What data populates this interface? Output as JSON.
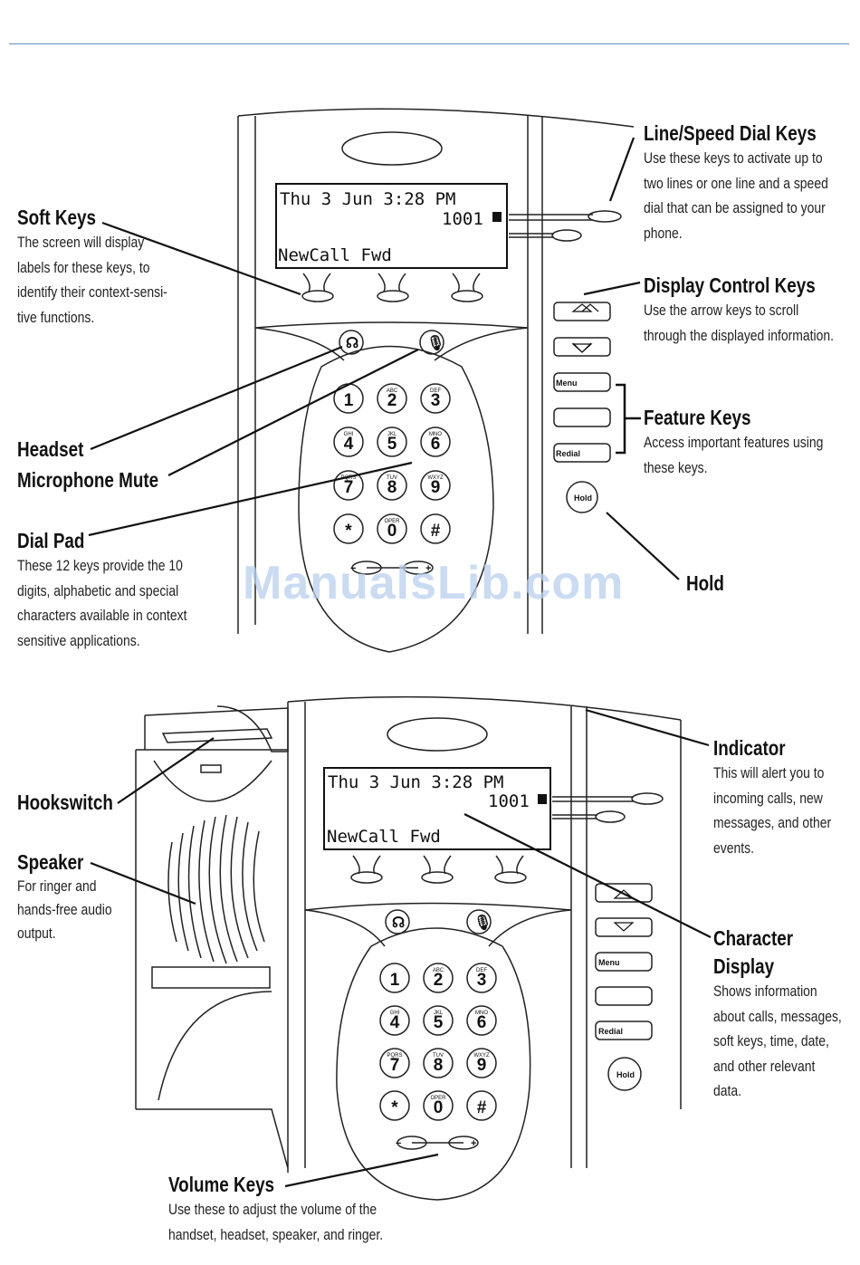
{
  "display": {
    "line1": "Thu 3 Jun 3:28 PM",
    "line2": "1001",
    "softkeys": "NewCall Fwd"
  },
  "keypad": [
    {
      "digit": "1",
      "letters": ""
    },
    {
      "digit": "2",
      "letters": "ABC"
    },
    {
      "digit": "3",
      "letters": "DEF"
    },
    {
      "digit": "4",
      "letters": "GHI"
    },
    {
      "digit": "5",
      "letters": "JKL"
    },
    {
      "digit": "6",
      "letters": "MNO"
    },
    {
      "digit": "7",
      "letters": "PQRS"
    },
    {
      "digit": "8",
      "letters": "TUV"
    },
    {
      "digit": "9",
      "letters": "WXYZ"
    },
    {
      "digit": "*",
      "letters": ""
    },
    {
      "digit": "0",
      "letters": "OPER"
    },
    {
      "digit": "#",
      "letters": ""
    }
  ],
  "buttons": {
    "menu": "Menu",
    "redial": "Redial",
    "hold": "Hold"
  },
  "callouts_top": {
    "soft_keys": {
      "title": "Soft Keys",
      "lines": [
        "The screen will display",
        "labels for these keys, to",
        "identify their context-sensi-",
        "tive functions."
      ]
    },
    "headset": {
      "title": "Headset"
    },
    "mic_mute": {
      "title": "Microphone Mute"
    },
    "dial_pad": {
      "title": "Dial Pad",
      "lines": [
        "These 12 keys provide the 10",
        "digits, alphabetic and special",
        "characters available in context",
        "sensitive applications."
      ]
    },
    "line_keys": {
      "title": "Line/Speed Dial Keys",
      "lines": [
        "Use these keys to activate up to",
        "two lines or one line and a speed",
        "dial that can be assigned to your",
        "phone."
      ]
    },
    "display_control": {
      "title": "Display Control Keys",
      "lines": [
        "Use the arrow keys to scroll",
        "through the displayed information."
      ]
    },
    "feature_keys": {
      "title": "Feature Keys",
      "lines": [
        "Access important features using",
        "these keys."
      ]
    },
    "hold": {
      "title": "Hold"
    }
  },
  "callouts_bottom": {
    "hookswitch": {
      "title": "Hookswitch"
    },
    "speaker": {
      "title": "Speaker",
      "lines": [
        "For ringer and",
        "hands-free audio",
        "output."
      ]
    },
    "indicator": {
      "title": "Indicator",
      "lines": [
        "This will alert you to",
        "incoming calls, new",
        "messages, and other",
        "events."
      ]
    },
    "character_display": {
      "title": "Character",
      "title2": "Display",
      "lines": [
        "Shows information",
        "about calls, messages,",
        "soft keys, time, date,",
        "and other relevant",
        "data."
      ]
    },
    "volume_keys": {
      "title": "Volume Keys",
      "lines": [
        "Use these to adjust the volume of the",
        "handset, headset, speaker, and ringer."
      ]
    }
  },
  "watermark": "ManualsLib.com"
}
